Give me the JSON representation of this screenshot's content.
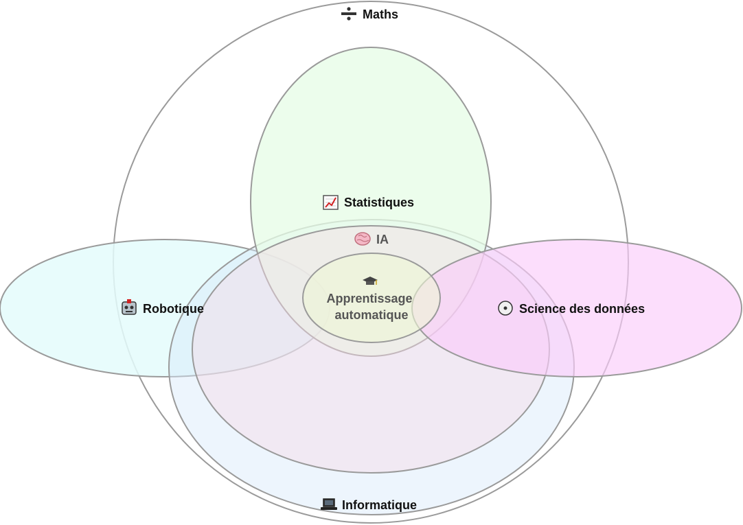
{
  "diagram": {
    "regions": {
      "maths": {
        "label": "Maths",
        "icon": "divide-icon",
        "fill": "#ffffff"
      },
      "statistiques": {
        "label": "Statistiques",
        "icon": "chart-increasing-icon",
        "fill": "#e8fce8"
      },
      "robotique": {
        "label": "Robotique",
        "icon": "robot-icon",
        "fill": "#e4fbfb"
      },
      "science_donnees": {
        "label": "Science des données",
        "icon": "disc-icon",
        "fill": "#fbd8fb"
      },
      "informatique": {
        "label": "Informatique",
        "icon": "laptop-icon",
        "fill": "#d8e8fb"
      },
      "ia": {
        "label": "IA",
        "icon": "brain-icon",
        "fill": "#f1e4ee"
      },
      "apprentissage": {
        "line1": "Apprentissage",
        "line2": "automatique",
        "icon": "graduation-cap-icon",
        "fill": "#eaf4da"
      }
    },
    "stroke_color": "#9a9a9a"
  }
}
